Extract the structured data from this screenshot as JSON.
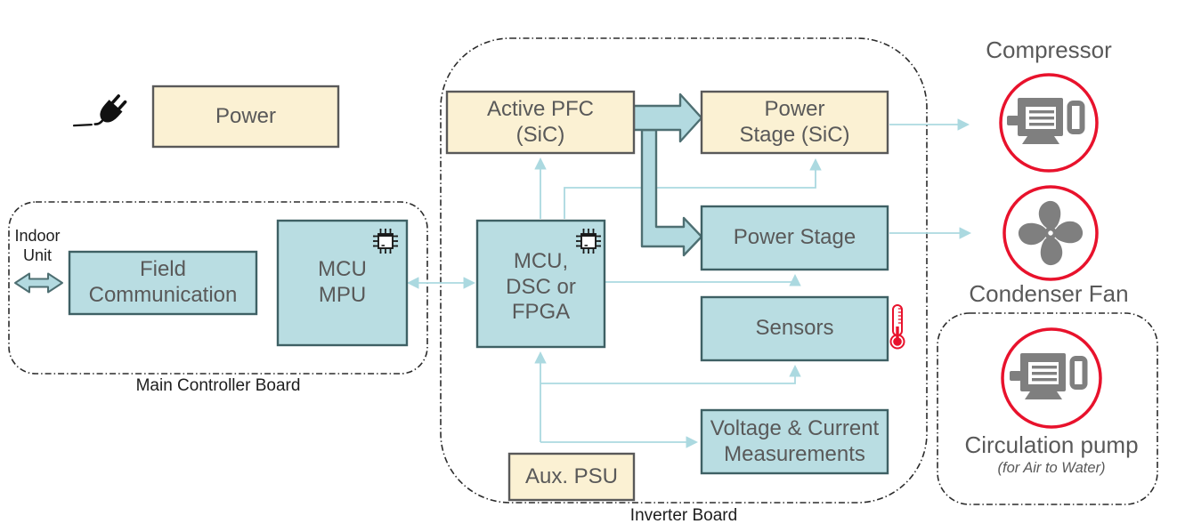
{
  "colors": {
    "box_cream": "#FBF1D3",
    "box_teal": "#B9DDE2",
    "teal_border": "#3E6064",
    "cream_border": "#595959",
    "connector": "#ABD9E0",
    "block_arrow_fill": "#B3DAE0",
    "block_arrow_stroke": "#4E6F72",
    "accent_red": "#E8122C",
    "icon_gray": "#7F7F7F",
    "text_gray": "#595959",
    "text_black": "#1D1D1D"
  },
  "containers": {
    "main_controller_board": {
      "label": "Main Controller Board"
    },
    "inverter_board": {
      "label": "Inverter Board"
    }
  },
  "nodes": {
    "power": {
      "label": "Power"
    },
    "field_communication": {
      "label": "Field\nCommunication"
    },
    "mcu_mpu": {
      "label": "MCU\nMPU"
    },
    "active_pfc": {
      "label": "Active PFC\n(SiC)"
    },
    "power_stage_sic": {
      "label": "Power\nStage (SiC)"
    },
    "mcu_dsc_fpga": {
      "label": "MCU,\nDSC or\nFPGA"
    },
    "power_stage": {
      "label": "Power Stage"
    },
    "sensors": {
      "label": "Sensors"
    },
    "voltage_current": {
      "label": "Voltage & Current\nMeasurements"
    },
    "aux_psu": {
      "label": "Aux. PSU"
    }
  },
  "externals": {
    "indoor_unit": {
      "label": "Indoor\nUnit"
    },
    "compressor": {
      "label": "Compressor"
    },
    "condenser_fan": {
      "label": "Condenser Fan"
    },
    "circulation_pump": {
      "label": "Circulation pump",
      "note": "(for Air to Water)"
    }
  },
  "icons": {
    "plug": "power-plug-icon",
    "chip": "mcu-chip-icon",
    "thermometer": "thermometer-icon",
    "motor": "motor-icon",
    "fan": "fan-icon"
  }
}
